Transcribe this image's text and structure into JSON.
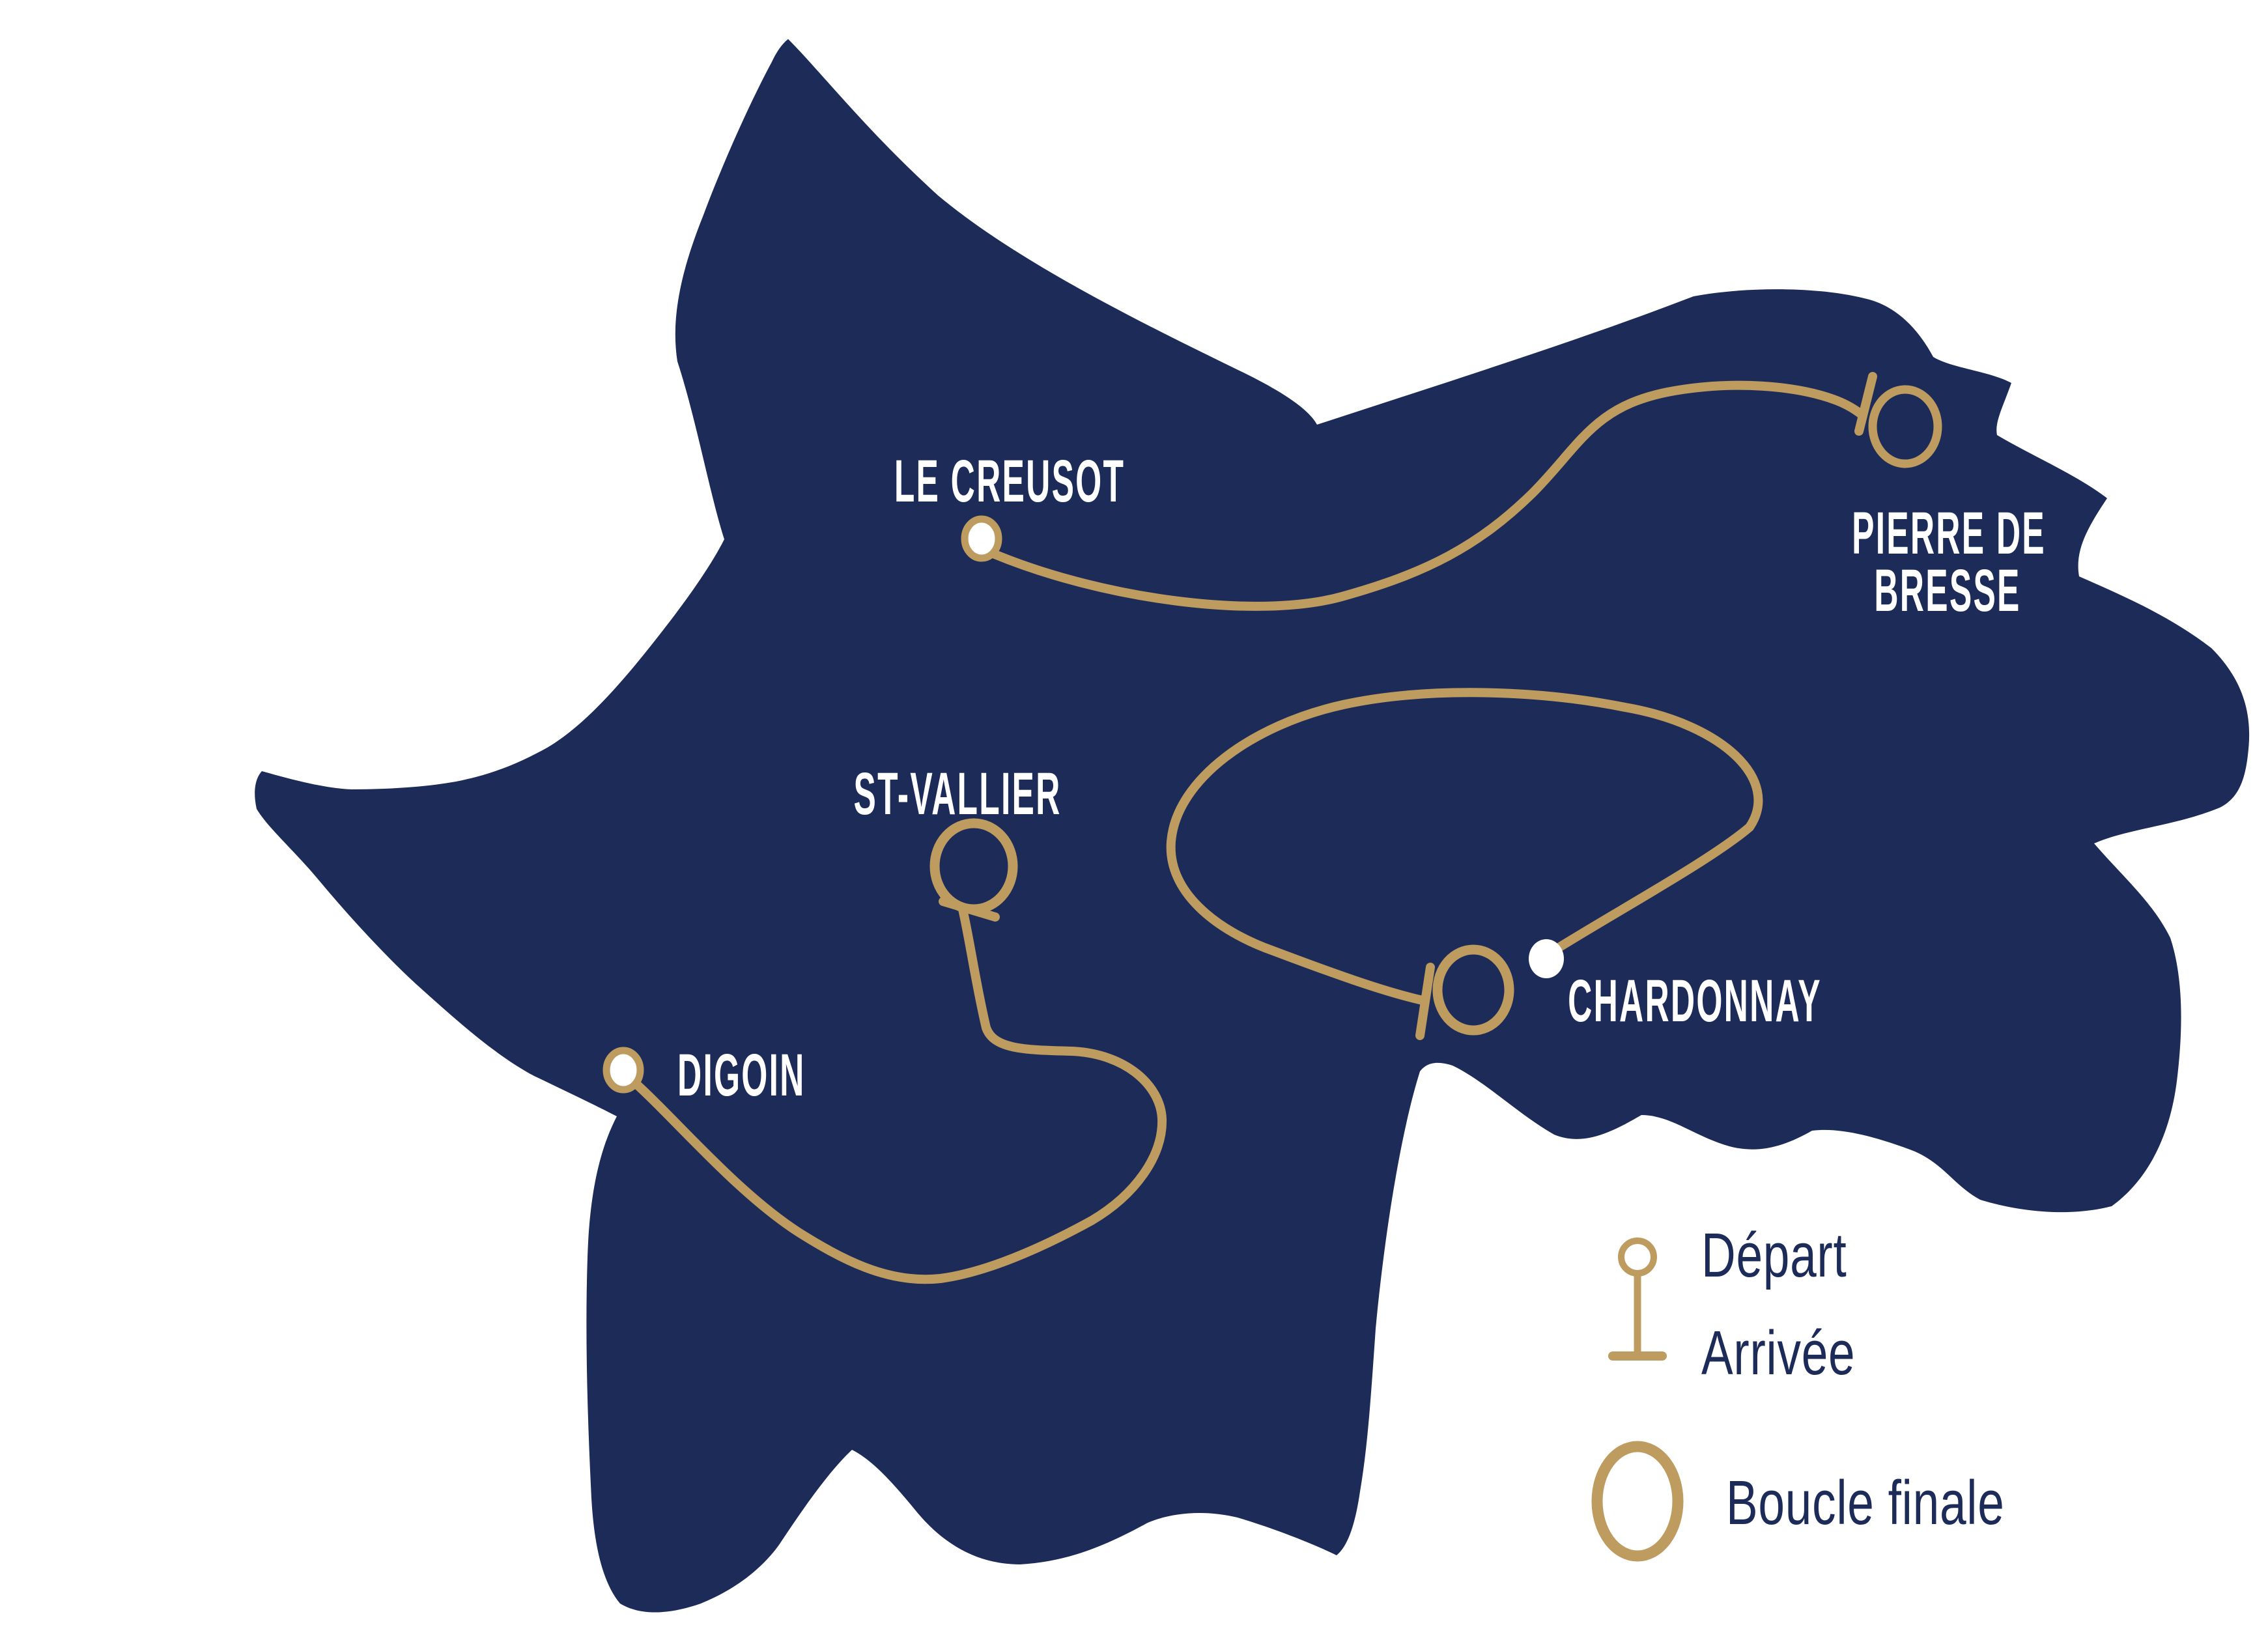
{
  "colors": {
    "map_fill": "#1C2B58",
    "route_gold": "#BE9B5F",
    "city_label": "#FFFFFF",
    "marker_white": "#FFFFFF",
    "legend_text": "#1C2B58"
  },
  "cities": {
    "le_creusot": {
      "label": "LE CREUSOT"
    },
    "pierre_de_bresse": {
      "line1": "PIERRE DE",
      "line2": "BRESSE"
    },
    "st_vallier": {
      "label": "ST-VALLIER"
    },
    "digoin": {
      "label": "DIGOIN"
    },
    "chardonnay": {
      "label": "CHARDONNAY"
    }
  },
  "legend": {
    "depart": "Départ",
    "arrivee": "Arrivée",
    "boucle_finale": "Boucle finale"
  }
}
